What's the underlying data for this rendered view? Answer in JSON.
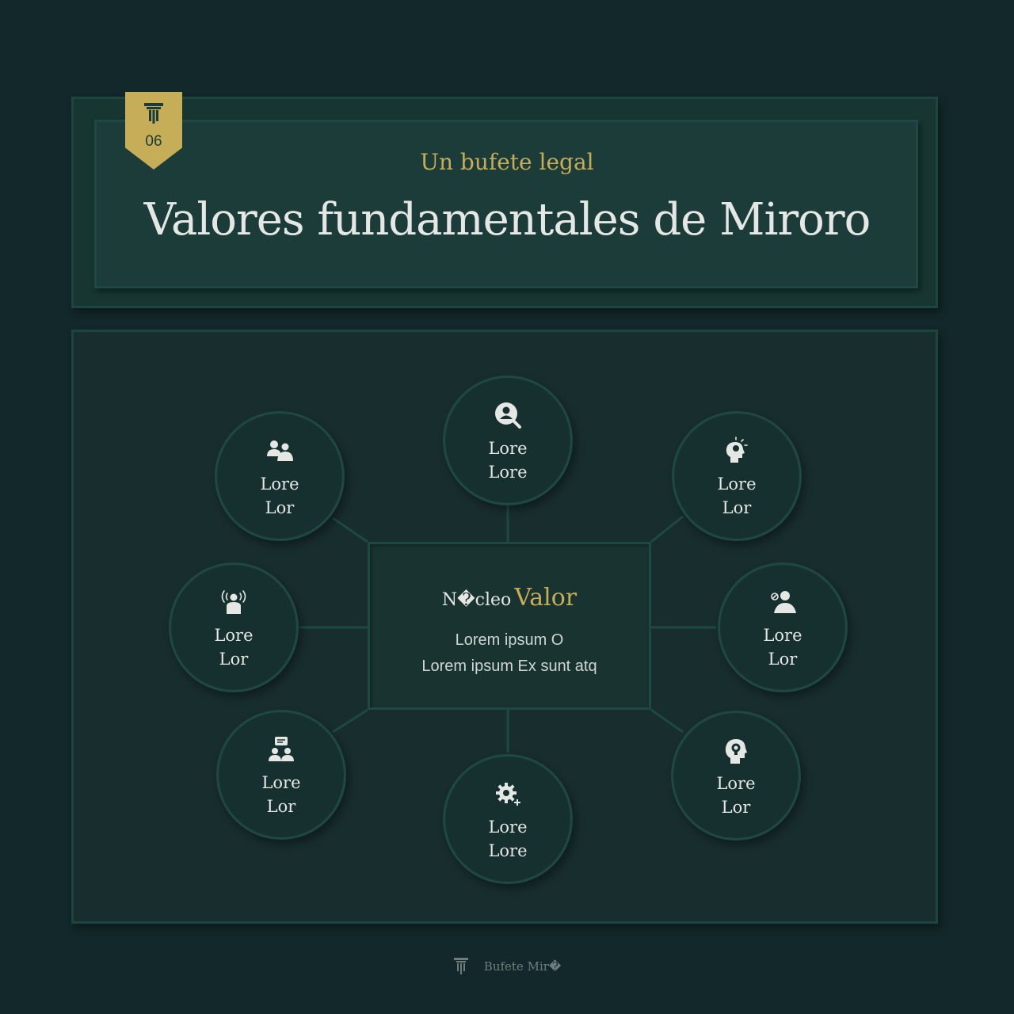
{
  "colors": {
    "background": "#13282a",
    "panel": "#1b3c38",
    "accent_gold": "#c6ad58",
    "text_light": "#e4e7e4",
    "text_muted": "#6f7e7c"
  },
  "badge": {
    "number": "06",
    "icon": "pillar-icon"
  },
  "header": {
    "subtitle": "Un bufete legal",
    "title": "Valores fundamentales de Miroro"
  },
  "core": {
    "heading_prefix": "N�cleo",
    "heading_accent": "Valor",
    "line1": "Lorem ipsum O",
    "line2": "Lorem ipsum Ex sunt atq"
  },
  "nodes": [
    {
      "id": "top",
      "icon": "user-search-icon",
      "line1": "Lore",
      "line2": "Lore"
    },
    {
      "id": "top-left",
      "icon": "users-icon",
      "line1": "Lore",
      "line2": "Lor"
    },
    {
      "id": "top-right",
      "icon": "head-idea-icon",
      "line1": "Lore",
      "line2": "Lor"
    },
    {
      "id": "left",
      "icon": "broadcast-person-icon",
      "line1": "Lore",
      "line2": "Lor"
    },
    {
      "id": "right",
      "icon": "person-block-icon",
      "line1": "Lore",
      "line2": "Lor"
    },
    {
      "id": "bottom-left",
      "icon": "team-chat-icon",
      "line1": "Lore",
      "line2": "Lor"
    },
    {
      "id": "bottom",
      "icon": "gear-plus-icon",
      "line1": "Lore",
      "line2": "Lore"
    },
    {
      "id": "bottom-right",
      "icon": "head-bulb-icon",
      "line1": "Lore",
      "line2": "Lor"
    }
  ],
  "footer": {
    "text": "Bufete Mir�",
    "icon": "pillar-icon"
  }
}
